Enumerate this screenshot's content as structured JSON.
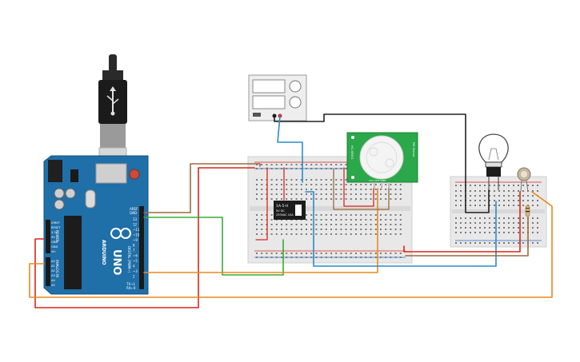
{
  "arduino": {
    "uno_label": "UNO",
    "brand_label": "ARDUINO",
    "digital_label": "DIGITAL (PWM~)",
    "power_label": "POWER",
    "analog_label": "ANALOG IN",
    "aref_label": "AREF",
    "gnd_label": "GND",
    "tx_label": "TX→1",
    "rx_label": "RX←0",
    "digital_pins": [
      "13",
      "12",
      "~11",
      "~10",
      "~9",
      "8",
      "7",
      "~6",
      "~5",
      "4",
      "~3",
      "2"
    ],
    "power_pins": [
      "IOREF",
      "RESET",
      "3.3V",
      "5V",
      "GND",
      "GND",
      "Vin"
    ],
    "analog_pins": [
      "A0",
      "A1",
      "A2",
      "A3",
      "A4",
      "A5"
    ]
  },
  "relay": {
    "line1": "1A-5-H",
    "line2": "5V DC",
    "line3": "250VAC 10A"
  },
  "pir": {
    "left_label": "HC-SR501",
    "right_label": "PIR Sensor",
    "bottom_label": "VCC OUT GND"
  },
  "colors": {
    "board_blue": "#1f6fa8",
    "breadboard": "#e8e8e8",
    "pir_green": "#2aa84a",
    "wire_red": "#d9261c",
    "wire_blue": "#2b8cc9",
    "wire_green": "#3aaa35",
    "wire_orange": "#ea8a1f",
    "wire_brown": "#9b6a3c",
    "wire_black": "#222222"
  }
}
